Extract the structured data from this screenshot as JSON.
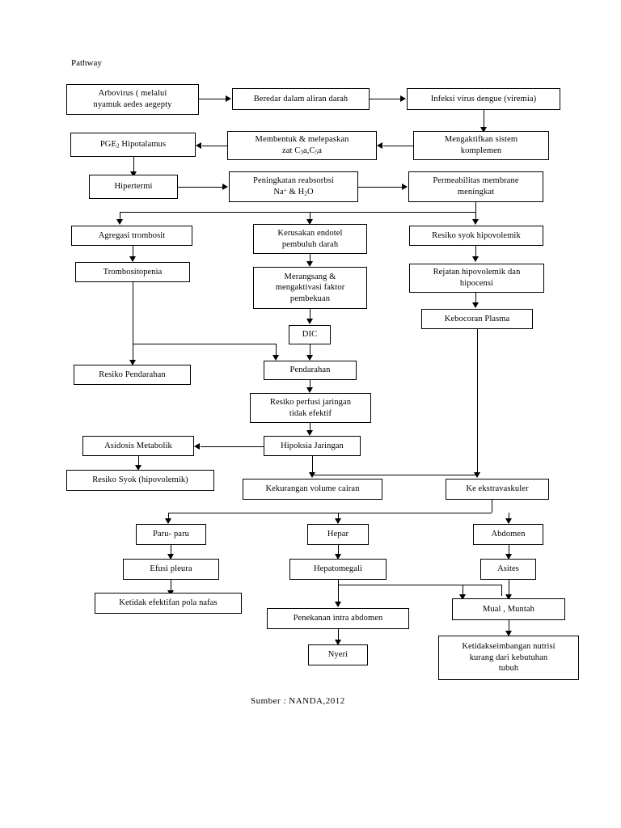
{
  "document": {
    "title_label": "Pathway",
    "source_caption": "Sumber : NANDA,2012",
    "ink_color": "#000000",
    "background_color": "#ffffff"
  },
  "chart_data": {
    "type": "diagram",
    "diagram_kind": "flowchart",
    "title": "Pathway",
    "caption": "Sumber : NANDA,2012",
    "nodes": [
      {
        "id": "arbovirus",
        "label": "Arbovirus ( melalui nyamuk aedes aegepty"
      },
      {
        "id": "beredar",
        "label": "Beredar dalam aliran darah"
      },
      {
        "id": "infeksi",
        "label": "Infeksi virus dengue (viremia)"
      },
      {
        "id": "mengaktifkan",
        "label": "Mengaktifkan sistem komplemen"
      },
      {
        "id": "membentuk",
        "label": "Membentuk & melepaskan zat C3a,C5a"
      },
      {
        "id": "pge2",
        "label": "PGE2 Hipotalamus"
      },
      {
        "id": "hipertermi",
        "label": "Hipertermi"
      },
      {
        "id": "reabsorbsi",
        "label": "Peningkatan reabsorbsi Na+ & H2O"
      },
      {
        "id": "permeabilitas",
        "label": "Permeabilitas membrane meningkat"
      },
      {
        "id": "agregasi",
        "label": "Agregasi trombosit"
      },
      {
        "id": "kerusakan",
        "label": "Kerusakan endotel pembuluh darah"
      },
      {
        "id": "resiko_syok_hipo",
        "label": "Resiko syok hipovolemik"
      },
      {
        "id": "trombositopenia",
        "label": "Trombositopenia"
      },
      {
        "id": "merangsang",
        "label": "Merangsang & mengaktivasi faktor pembekuan"
      },
      {
        "id": "rejatan",
        "label": "Rejatan hipovolemik dan hipocensi"
      },
      {
        "id": "kebocoran",
        "label": "Kebocoran Plasma"
      },
      {
        "id": "dic",
        "label": "DIC"
      },
      {
        "id": "resiko_pendarahan",
        "label": "Resiko Pendarahan"
      },
      {
        "id": "pendarahan",
        "label": "Pendarahan"
      },
      {
        "id": "perfusi",
        "label": "Resiko perfusi jaringan tidak efektif"
      },
      {
        "id": "asidosis",
        "label": "Asidosis Metabolik"
      },
      {
        "id": "hipoksia",
        "label": "Hipoksia Jaringan"
      },
      {
        "id": "resiko_syok_hv",
        "label": "Resiko Syok (hipovolemik)"
      },
      {
        "id": "kekurangan",
        "label": "Kekurangan volume cairan"
      },
      {
        "id": "ekstravaskuler",
        "label": "Ke ekstravaskuler"
      },
      {
        "id": "paru",
        "label": "Paru- paru"
      },
      {
        "id": "hepar",
        "label": "Hepar"
      },
      {
        "id": "abdomen",
        "label": "Abdomen"
      },
      {
        "id": "efusi",
        "label": "Efusi pleura"
      },
      {
        "id": "hepatomegali",
        "label": "Hepatomegali"
      },
      {
        "id": "asites",
        "label": "Asites"
      },
      {
        "id": "ketidakefektifan",
        "label": "Ketidak efektifan pola nafas"
      },
      {
        "id": "penekanan",
        "label": "Penekanan intra abdomen"
      },
      {
        "id": "mual",
        "label": "Mual , Muntah"
      },
      {
        "id": "nyeri",
        "label": "Nyeri"
      },
      {
        "id": "ketidakseimbangan",
        "label": "Ketidakseimbangan nutrisi kurang dari kebutuhan tubuh"
      }
    ],
    "edges": [
      {
        "from": "arbovirus",
        "to": "beredar"
      },
      {
        "from": "beredar",
        "to": "infeksi"
      },
      {
        "from": "infeksi",
        "to": "mengaktifkan"
      },
      {
        "from": "mengaktifkan",
        "to": "membentuk"
      },
      {
        "from": "membentuk",
        "to": "pge2"
      },
      {
        "from": "pge2",
        "to": "hipertermi"
      },
      {
        "from": "hipertermi",
        "to": "reabsorbsi"
      },
      {
        "from": "reabsorbsi",
        "to": "permeabilitas"
      },
      {
        "from": "permeabilitas",
        "to": "agregasi"
      },
      {
        "from": "permeabilitas",
        "to": "kerusakan"
      },
      {
        "from": "permeabilitas",
        "to": "resiko_syok_hipo"
      },
      {
        "from": "agregasi",
        "to": "trombositopenia"
      },
      {
        "from": "kerusakan",
        "to": "merangsang"
      },
      {
        "from": "resiko_syok_hipo",
        "to": "rejatan"
      },
      {
        "from": "merangsang",
        "to": "dic"
      },
      {
        "from": "rejatan",
        "to": "kebocoran"
      },
      {
        "from": "trombositopenia",
        "to": "resiko_pendarahan"
      },
      {
        "from": "trombositopenia",
        "to": "pendarahan"
      },
      {
        "from": "dic",
        "to": "pendarahan"
      },
      {
        "from": "pendarahan",
        "to": "perfusi"
      },
      {
        "from": "perfusi",
        "to": "hipoksia"
      },
      {
        "from": "hipoksia",
        "to": "asidosis"
      },
      {
        "from": "hipoksia",
        "to": "kekurangan"
      },
      {
        "from": "asidosis",
        "to": "resiko_syok_hv"
      },
      {
        "from": "kebocoran",
        "to": "ekstravaskuler"
      },
      {
        "from": "ekstravaskuler",
        "to": "paru"
      },
      {
        "from": "ekstravaskuler",
        "to": "hepar"
      },
      {
        "from": "ekstravaskuler",
        "to": "abdomen"
      },
      {
        "from": "paru",
        "to": "efusi"
      },
      {
        "from": "hepar",
        "to": "hepatomegali"
      },
      {
        "from": "abdomen",
        "to": "asites"
      },
      {
        "from": "efusi",
        "to": "ketidakefektifan"
      },
      {
        "from": "hepatomegali",
        "to": "penekanan"
      },
      {
        "from": "hepatomegali",
        "to": "mual"
      },
      {
        "from": "asites",
        "to": "mual"
      },
      {
        "from": "penekanan",
        "to": "nyeri"
      },
      {
        "from": "mual",
        "to": "ketidakseimbangan"
      }
    ]
  },
  "nodes": {
    "arbovirus": {
      "line1": "Arbovirus ( melalui",
      "line2": "nyamuk aedes aegepty"
    },
    "beredar": {
      "line1": "Beredar dalam aliran darah"
    },
    "infeksi": {
      "line1": "Infeksi virus dengue (viremia)"
    },
    "mengaktifkan": {
      "line1": "Mengaktifkan sistem",
      "line2": "komplemen"
    },
    "membentuk": {
      "line1": "Membentuk & melepaskan",
      "line2_pre": "zat C",
      "line2_sub1": "3",
      "line2_mid": "a,C",
      "line2_sub2": "5",
      "line2_post": "a"
    },
    "pge2": {
      "pre": "PGE",
      "sub": "2",
      "post": " Hipotalamus"
    },
    "hipertermi": {
      "line1": "Hipertermi"
    },
    "reabsorbsi": {
      "line1": "Peningkatan reabsorbsi",
      "line2_pre": "Na",
      "line2_sup": "+",
      "line2_mid": " & H",
      "line2_sub": "2",
      "line2_post": "O"
    },
    "permeabilitas": {
      "line1": "Permeabilitas membrane",
      "line2": "meningkat"
    },
    "agregasi": {
      "line1": "Agregasi trombosit"
    },
    "kerusakan": {
      "line1": "Kerusakan endotel",
      "line2": "pembuluh darah"
    },
    "resiko_syok_hipo": {
      "line1": "Resiko syok hipovolemik"
    },
    "trombositopenia": {
      "line1": "Trombositopenia"
    },
    "merangsang": {
      "line1": "Merangsang &",
      "line2": "mengaktivasi faktor",
      "line3": "pembekuan"
    },
    "rejatan": {
      "line1": "Rejatan hipovolemik dan",
      "line2": "hipocensi"
    },
    "kebocoran": {
      "line1": "Kebocoran Plasma"
    },
    "dic": {
      "line1": "DIC"
    },
    "resiko_pendarahan": {
      "line1": "Resiko Pendarahan"
    },
    "pendarahan": {
      "line1": "Pendarahan"
    },
    "perfusi": {
      "line1": "Resiko perfusi jaringan",
      "line2": "tidak efektif"
    },
    "asidosis": {
      "line1": "Asidosis Metabolik"
    },
    "hipoksia": {
      "line1": "Hipoksia Jaringan"
    },
    "resiko_syok_hv": {
      "line1": "Resiko Syok (hipovolemik)"
    },
    "kekurangan": {
      "line1": "Kekurangan volume cairan"
    },
    "ekstravaskuler": {
      "line1": "Ke ekstravaskuler"
    },
    "paru": {
      "line1": "Paru- paru"
    },
    "hepar": {
      "line1": "Hepar"
    },
    "abdomen": {
      "line1": "Abdomen"
    },
    "efusi": {
      "line1": "Efusi pleura"
    },
    "hepatomegali": {
      "line1": "Hepatomegali"
    },
    "asites": {
      "line1": "Asites"
    },
    "ketidakefektifan": {
      "line1": "Ketidak efektifan pola nafas"
    },
    "penekanan": {
      "line1": "Penekanan intra abdomen"
    },
    "mual": {
      "line1": "Mual , Muntah"
    },
    "nyeri": {
      "line1": "Nyeri"
    },
    "ketidakseimbangan": {
      "line1": "Ketidakseimbangan nutrisi",
      "line2": "kurang dari kebutuhan",
      "line3": "tubuh"
    }
  }
}
